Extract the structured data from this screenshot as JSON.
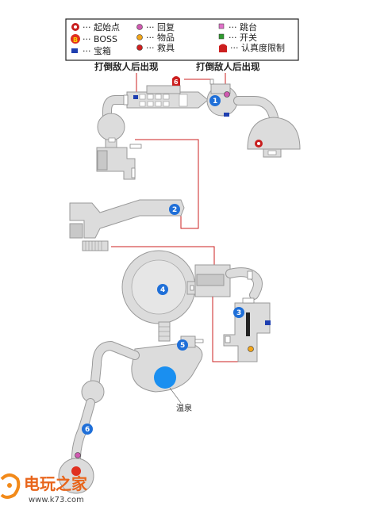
{
  "legend": {
    "start": "··· 起始点",
    "boss": "··· BOSS",
    "chest": "··· 宝箱",
    "heal": "··· 回复",
    "item": "··· 物品",
    "key_item": "··· 救具",
    "jump": "··· 跳台",
    "switch": "··· 开关",
    "limit": "··· 认真度限制"
  },
  "callouts": {
    "left": "打倒敌人后出现",
    "right": "打倒敌人后出现"
  },
  "markers": {
    "m1": "1",
    "m2": "2",
    "m3": "3",
    "m4": "4",
    "m5": "5",
    "m6": "6",
    "limit6": "6"
  },
  "labels": {
    "hot_spring": "温泉"
  },
  "watermark": {
    "brand": "电玩之家",
    "url": "www.k73.com"
  },
  "colors": {
    "marker_blue": "#1f6fd8",
    "limit_red": "#cc1f1f",
    "start_red": "#c81e1e",
    "heal_pink": "#d05ab0",
    "item_orange": "#f2a51a",
    "chest_blue": "#1f3fb0",
    "switch_green": "#2e9a2e",
    "jump_pink": "#e070c8",
    "room_gray": "#dcdcdc",
    "spring_blue": "#1a8ff0"
  }
}
